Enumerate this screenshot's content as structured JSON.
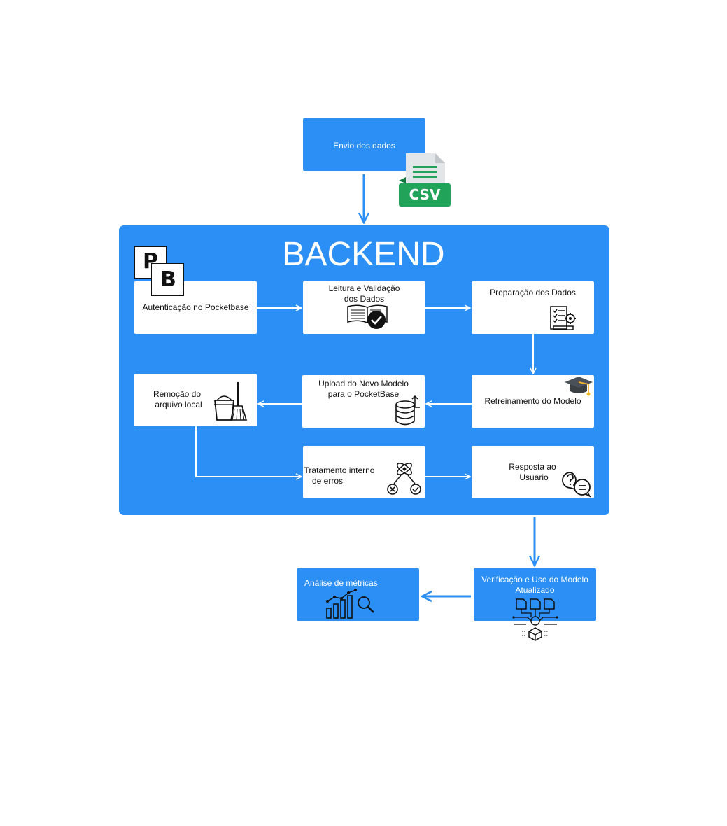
{
  "envio": {
    "label": "Envio dos dados"
  },
  "csv": {
    "label": "CSV",
    "icon": "csv-file-icon"
  },
  "backend": {
    "title": "BACKEND"
  },
  "pb_logo": {
    "p": "P",
    "b": "B"
  },
  "nodes": {
    "autenticacao": "Autenticação no Pocketbase",
    "leitura_l1": "Leitura e Validação",
    "leitura_l2": "dos Dados",
    "preparacao": "Preparação dos Dados",
    "remocao_l1": "Remoção do",
    "remocao_l2": "arquivo local",
    "upload_l1": "Upload do Novo Modelo",
    "upload_l2": "para o PocketBase",
    "retreinamento": "Retreinamento do Modelo",
    "tratamento_l1": "Tratamento interno",
    "tratamento_l2": "de erros",
    "resposta_l1": "Resposta ao",
    "resposta_l2": "Usuário"
  },
  "analise": {
    "label": "Análise de métricas"
  },
  "verificacao": {
    "label_l1": "Verificação e Uso do Modelo",
    "label_l2": "Atualizado"
  },
  "colors": {
    "blue": "#2b8ff5",
    "arrow_blue": "#2b8ff5",
    "csv_green": "#21a35a"
  }
}
